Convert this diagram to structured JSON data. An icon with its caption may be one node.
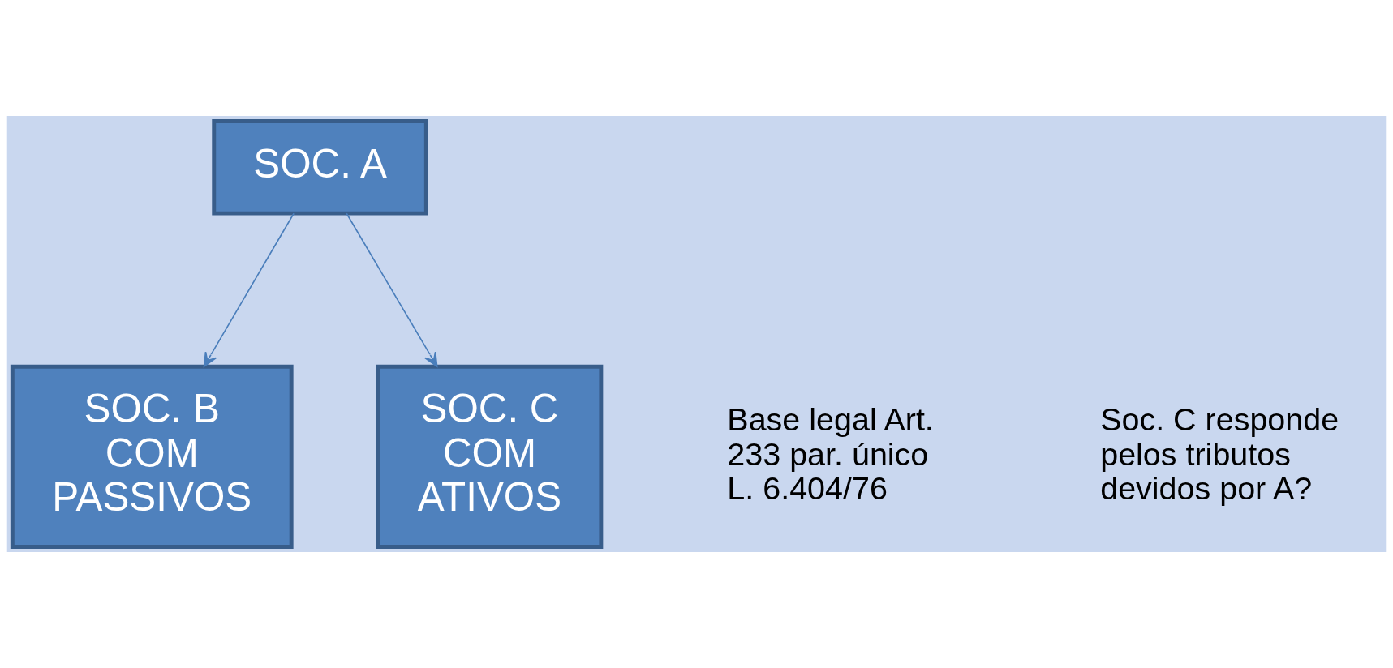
{
  "diagram": {
    "nodes": [
      {
        "text": [
          "SOC. A"
        ]
      },
      {
        "text": [
          "SOC. B COM PASSIVOS"
        ]
      },
      {
        "text": [
          "SOC. C COM ATIVOS"
        ]
      }
    ],
    "edges": [
      {
        "from": 0,
        "to": 1,
        "arrow": "to"
      },
      {
        "from": 0,
        "to": 2,
        "arrow": "to"
      }
    ],
    "labels": [
      "Base legal Art. 233 par. único L. 6.404/76",
      "Soc. C responde pelos tributos devidos por A?"
    ]
  }
}
